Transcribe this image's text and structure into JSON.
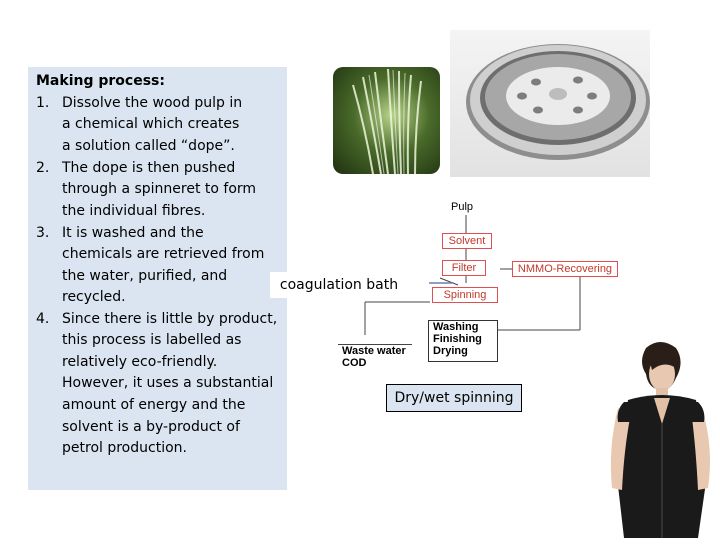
{
  "text_panel": {
    "heading": "Making process:",
    "steps": [
      {
        "num": "1.",
        "text": "Dissolve the wood pulp in a chemical which creates a solution called “dope”."
      },
      {
        "num": "2.",
        "text": "The dope is then pushed through a spinneret to form the individual fibres."
      },
      {
        "num": "3.",
        "text": "It is washed and the chemicals are retrieved from the water, purified, and recycled."
      },
      {
        "num": "4.",
        "text": "Since there is little by product, this process is labelled as relatively eco-friendly. However, it uses a substantial amount of energy and the solvent is a by-product of petrol production."
      }
    ]
  },
  "callouts": {
    "coagulation": "coagulation bath",
    "drywet": "Dry/wet spinning"
  },
  "diagram": {
    "pulp": "Pulp",
    "solvent": "Solvent",
    "filter": "Filter",
    "nmmo": "NMMO-Recovering",
    "spinning": "Spinning",
    "washing": "Washing",
    "finishing": "Finishing",
    "drying": "Drying",
    "waste_water": "Waste water",
    "cod": "COD"
  },
  "colors": {
    "panel_bg": "#dbe5f1",
    "diagram_box_border": "#e05050",
    "diagram_box_text": "#c0392b"
  }
}
